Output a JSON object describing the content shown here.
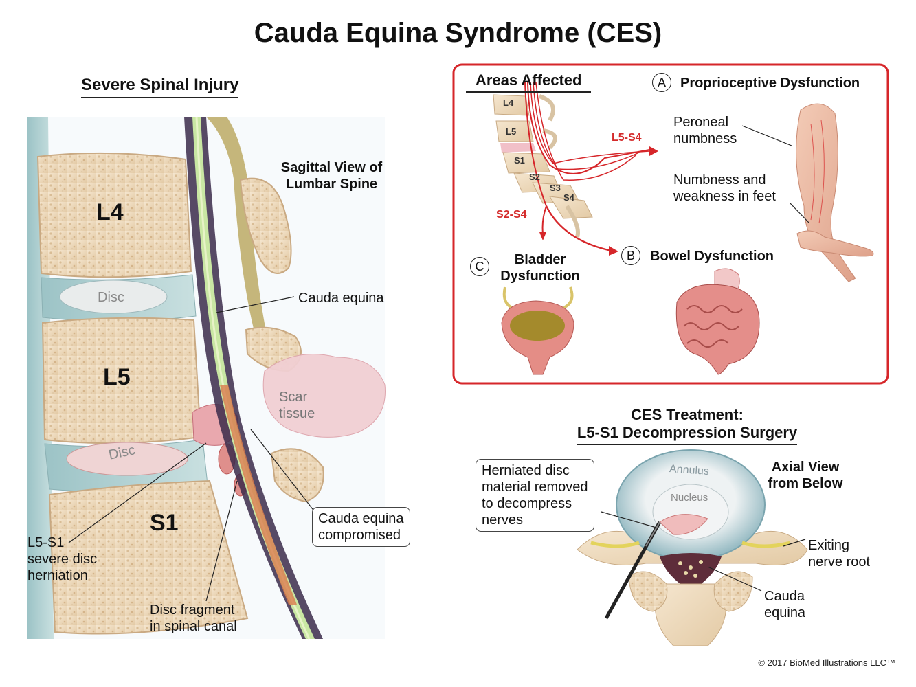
{
  "title": "Cauda Equina Syndrome (CES)",
  "left_panel": {
    "heading": "Severe Spinal Injury",
    "view_label_line1": "Sagittal View of",
    "view_label_line2": "Lumbar Spine",
    "vertebrae": [
      "L4",
      "L5",
      "S1"
    ],
    "disc_label": "Disc",
    "cauda_equina": "Cauda equina",
    "scar_line1": "Scar",
    "scar_line2": "tissue",
    "compromised_line1": "Cauda equina",
    "compromised_line2": "compromised",
    "herniation_line1": "L5-S1",
    "herniation_line2": "severe disc",
    "herniation_line3": "herniation",
    "fragment_line1": "Disc fragment",
    "fragment_line2": "in spinal canal"
  },
  "areas_panel": {
    "heading": "Areas Affected",
    "spine_levels": [
      "L4",
      "L5",
      "S1",
      "S2",
      "S3",
      "S4"
    ],
    "nerve_l5s4": "L5-S4",
    "nerve_s2s4": "S2-S4",
    "a_letter": "A",
    "a_title": "Proprioceptive Dysfunction",
    "peroneal_line1": "Peroneal",
    "peroneal_line2": "numbness",
    "feet_line1": "Numbness and",
    "feet_line2": "weakness in feet",
    "b_letter": "B",
    "b_title": "Bowel Dysfunction",
    "c_letter": "C",
    "c_title_line1": "Bladder",
    "c_title_line2": "Dysfunction",
    "frame_color": "#d6262a"
  },
  "treatment": {
    "heading_line1": "CES Treatment:",
    "heading_line2": "L5-S1 Decompression Surgery",
    "axial_line1": "Axial View",
    "axial_line2": "from Below",
    "annulus": "Annulus",
    "nucleus": "Nucleus",
    "removed_line1": "Herniated disc",
    "removed_line2": "material removed",
    "removed_line3": "to decompress",
    "removed_line4": "nerves",
    "exiting_line1": "Exiting",
    "exiting_line2": "nerve root",
    "cauda_line1": "Cauda",
    "cauda_line2": "equina"
  },
  "copyright": "© 2017 BioMed Illustrations LLC™"
}
